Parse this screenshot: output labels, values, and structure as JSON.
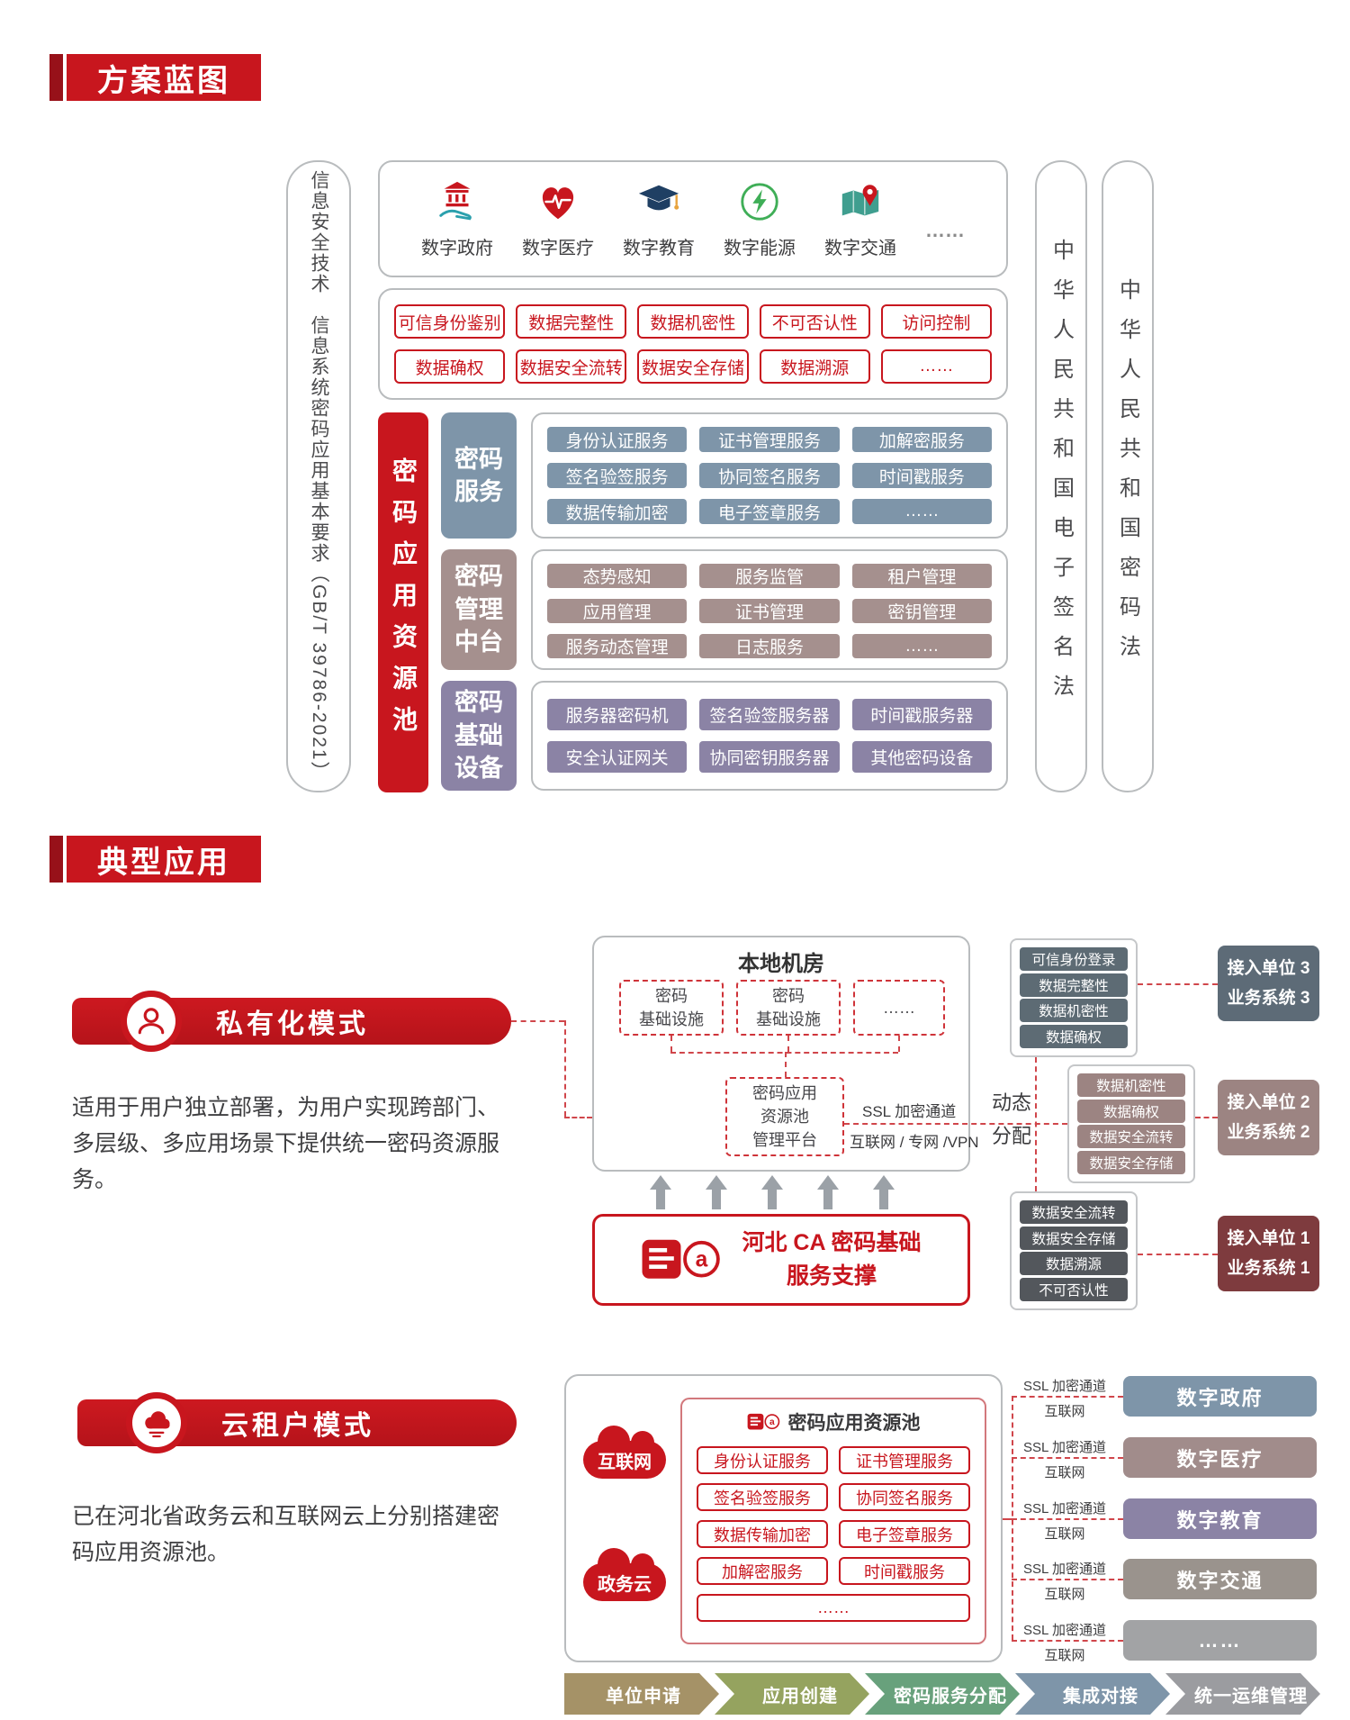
{
  "blueprint": {
    "badge": "方案蓝图",
    "standard": "信息安全技术　信息系统密码应用基本要求（GB/T 39786-2021）",
    "pool_bar": "密码应用资源池",
    "laws": [
      "中华人民共和国电子签名法",
      "中华人民共和国密码法"
    ],
    "industries": [
      "数字政府",
      "数字医疗",
      "数字教育",
      "数字能源",
      "数字交通"
    ],
    "industries_more": "……",
    "capabilities_row1": [
      "可信身份鉴别",
      "数据完整性",
      "数据机密性",
      "不可否认性",
      "访问控制"
    ],
    "capabilities_row2": [
      "数据确权",
      "数据安全流转",
      "数据安全存储",
      "数据溯源",
      "……"
    ],
    "layers": [
      {
        "title": "密码\n服务",
        "items": [
          "身份认证服务",
          "证书管理服务",
          "加解密服务",
          "签名验签服务",
          "协同签名服务",
          "时间戳服务",
          "数据传输加密",
          "电子签章服务",
          "……"
        ]
      },
      {
        "title": "密码\n管理\n中台",
        "items": [
          "态势感知",
          "服务监管",
          "租户管理",
          "应用管理",
          "证书管理",
          "密钥管理",
          "服务动态管理",
          "日志服务",
          "……"
        ]
      },
      {
        "title": "密码\n基础\n设备",
        "items": [
          "服务器密码机",
          "签名验签服务器",
          "时间戳服务器",
          "安全认证网关",
          "协同密钥服务器",
          "其他密码设备"
        ]
      }
    ]
  },
  "applications": {
    "badge": "典型应用",
    "private": {
      "title": "私有化模式",
      "description": "适用于用户独立部署，为用户实现跨部门、多层级、多应用场景下提供统一密码资源服务。",
      "room_title": "本地机房",
      "infra1": "密码\n基础设施",
      "infra2": "密码\n基础设施",
      "infra_more": "……",
      "platform": "密码应用\n资源池\n管理平台",
      "ssl_channel": "SSL 加密通道",
      "network": "互联网 / 专网 /VPN",
      "dynamic": "动态\n分配",
      "support": "河北 CA 密码基础\n服务支撑",
      "groups": [
        {
          "chips": [
            "可信身份登录",
            "数据完整性",
            "数据机密性",
            "数据确权"
          ],
          "target": "接入单位 3\n业务系统 3"
        },
        {
          "chips": [
            "数据机密性",
            "数据确权",
            "数据安全流转",
            "数据安全存储"
          ],
          "target": "接入单位 2\n业务系统 2"
        },
        {
          "chips": [
            "数据安全流转",
            "数据安全存储",
            "数据溯源",
            "不可否认性"
          ],
          "target": "接入单位 1\n业务系统 1"
        }
      ]
    },
    "cloud": {
      "title": "云租户模式",
      "description": "已在河北省政务云和互联网云上分别搭建密码应用资源池。",
      "cloud1": "互联网",
      "cloud2": "政务云",
      "pool_title": "密码应用资源池",
      "services": [
        "身份认证服务",
        "证书管理服务",
        "签名验签服务",
        "协同签名服务",
        "数据传输加密",
        "电子签章服务",
        "加解密服务",
        "时间戳服务"
      ],
      "services_more": "……",
      "ssl_channel": "SSL 加密通道",
      "network": "互联网",
      "targets": [
        "数字政府",
        "数字医疗",
        "数字教育",
        "数字交通",
        "……"
      ]
    },
    "process": [
      "单位申请",
      "应用创建",
      "密码服务分配",
      "集成对接",
      "统一运维管理"
    ]
  }
}
